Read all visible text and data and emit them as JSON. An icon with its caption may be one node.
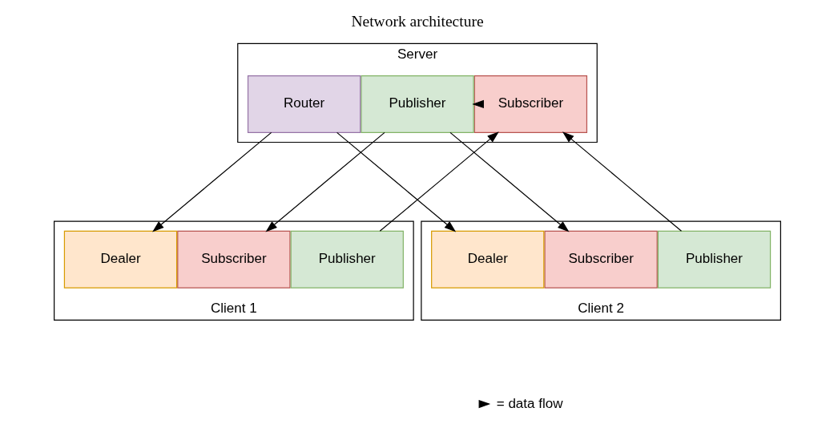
{
  "diagram": {
    "title": "Network architecture",
    "nodes": [
      {
        "text": [
          "Server"
        ]
      },
      {
        "text": [
          "Subscriber"
        ],
        "in": 0
      },
      {
        "text": [
          "Publisher"
        ],
        "in": 0
      },
      {
        "text": [
          "Router"
        ],
        "in": 0
      },
      {
        "text": [
          "Client 1"
        ]
      },
      {
        "text": [
          "Publisher"
        ],
        "in": 4
      },
      {
        "text": [
          "Subscriber"
        ],
        "in": 4
      },
      {
        "text": [
          "Dealer"
        ],
        "in": 4
      },
      {
        "text": [
          "Client 2"
        ]
      },
      {
        "text": [
          "Publisher"
        ],
        "in": 8
      },
      {
        "text": [
          "Subscriber"
        ],
        "in": 8
      },
      {
        "text": [
          "Dealer"
        ],
        "in": 8
      }
    ],
    "edges": [
      {
        "from": 1,
        "to": 2,
        "arrow": "to"
      },
      {
        "from": 5,
        "to": 1,
        "arrow": "to"
      },
      {
        "from": 9,
        "to": 1,
        "arrow": "to"
      },
      {
        "from": 2,
        "to": 6,
        "arrow": "to"
      },
      {
        "from": 2,
        "to": 10,
        "arrow": "to"
      },
      {
        "from": 3,
        "to": 7,
        "arrow": "to"
      },
      {
        "from": 3,
        "to": 11,
        "arrow": "to"
      }
    ],
    "legend": [
      {
        "text": "= data flow"
      }
    ]
  }
}
